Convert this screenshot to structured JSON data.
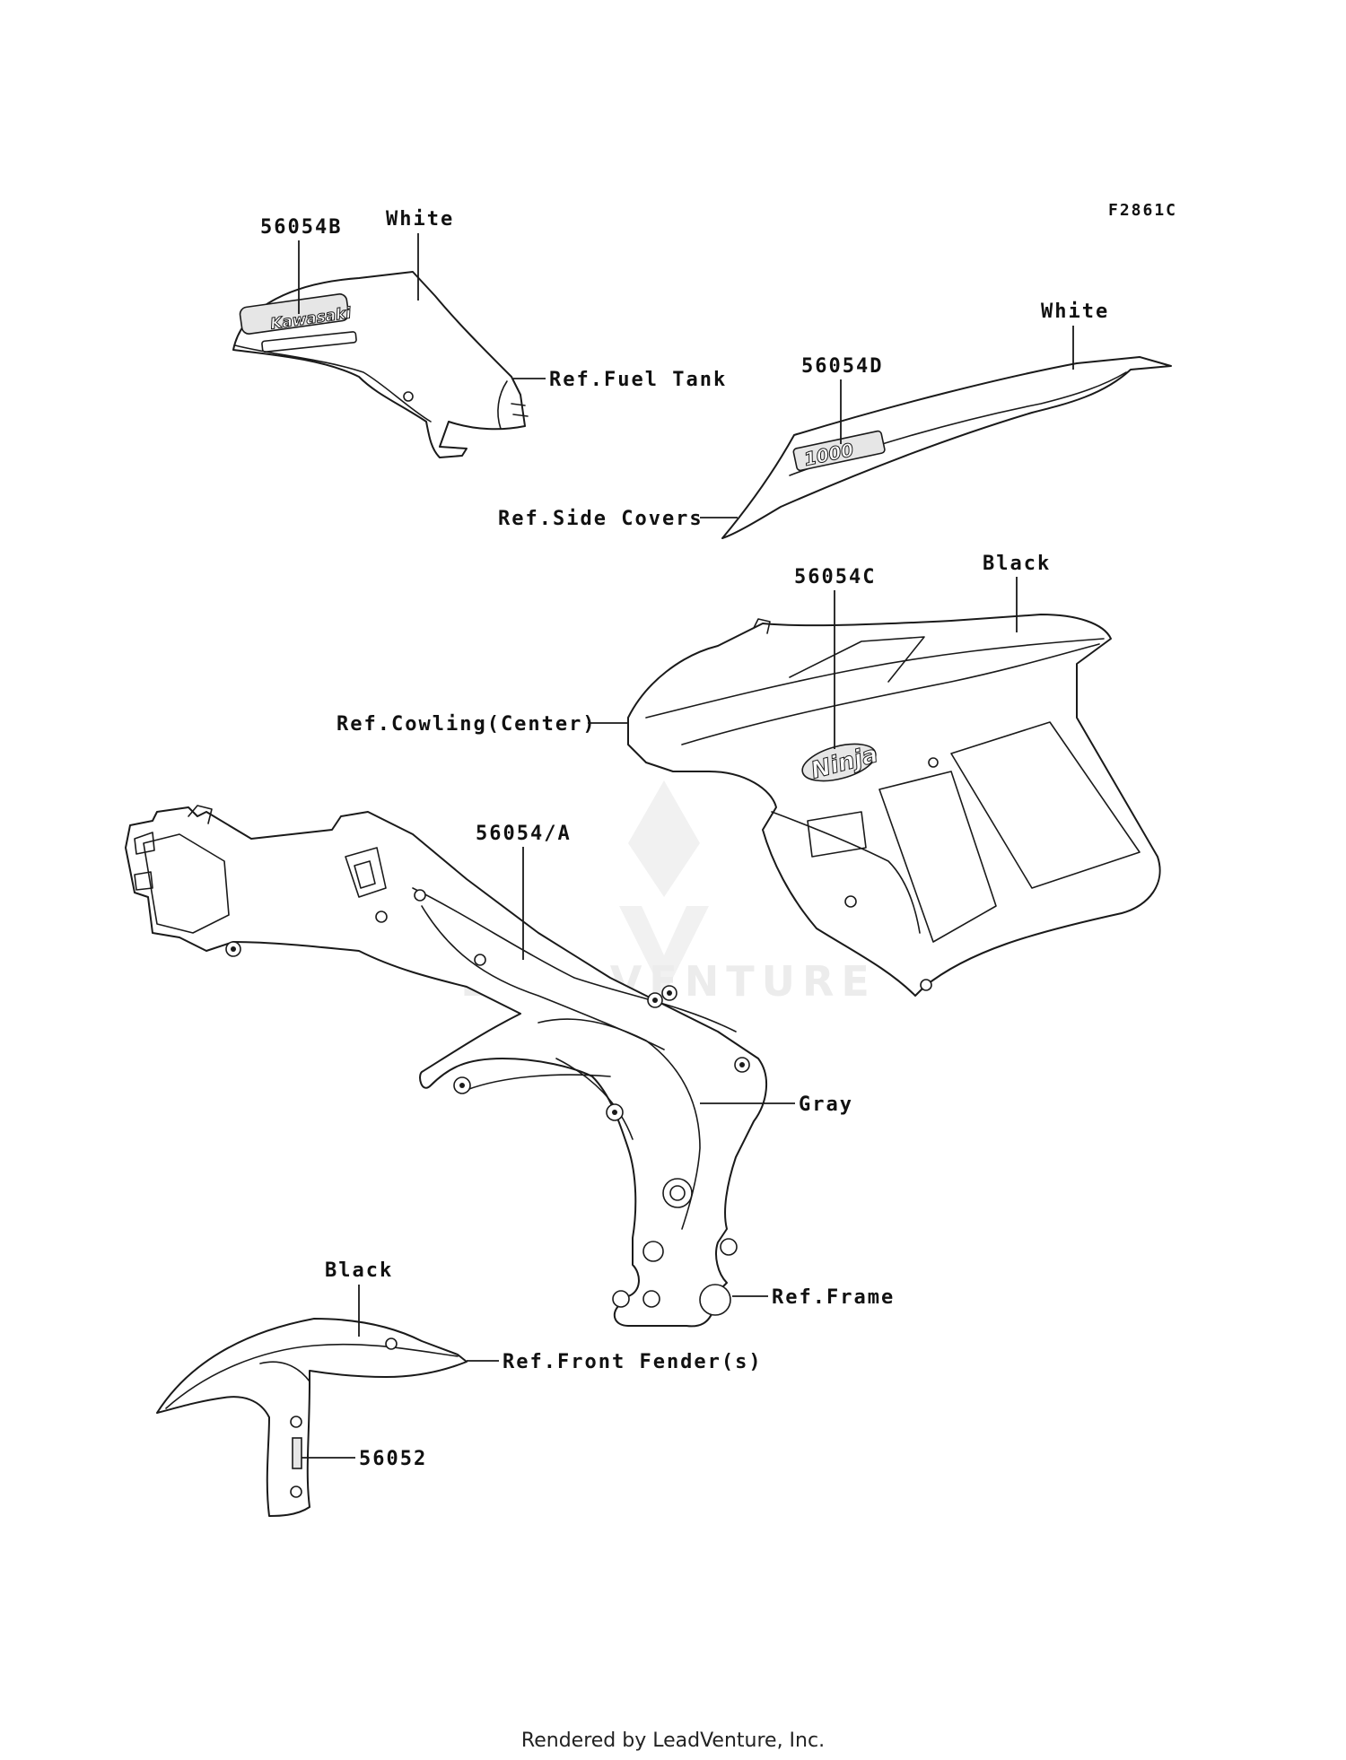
{
  "figure_id": "F2861C",
  "labels": {
    "decal_56054B": "56054B",
    "color_white_tank": "White",
    "ref_fuel_tank": "Ref.Fuel Tank",
    "color_white_side": "White",
    "decal_56054D": "56054D",
    "ref_side_covers": "Ref.Side Covers",
    "decal_56054C": "56054C",
    "color_black_cowl": "Black",
    "ref_cowling_center": "Ref.Cowling(Center)",
    "decal_56054A": "56054/A",
    "color_gray_frame": "Gray",
    "ref_frame": "Ref.Frame",
    "color_black_fender": "Black",
    "ref_front_fender": "Ref.Front Fender(s)",
    "decal_56052": "56052"
  },
  "decal_texts": {
    "tank_logo": "Kawasaki",
    "side_logo": "1000",
    "cowl_logo": "Ninja"
  },
  "watermark": "LEADVENTURE",
  "footer": "Rendered by LeadVenture, Inc.",
  "colors": {
    "line": "#1a1a1a",
    "background": "#ffffff",
    "watermark": "#ececec"
  }
}
